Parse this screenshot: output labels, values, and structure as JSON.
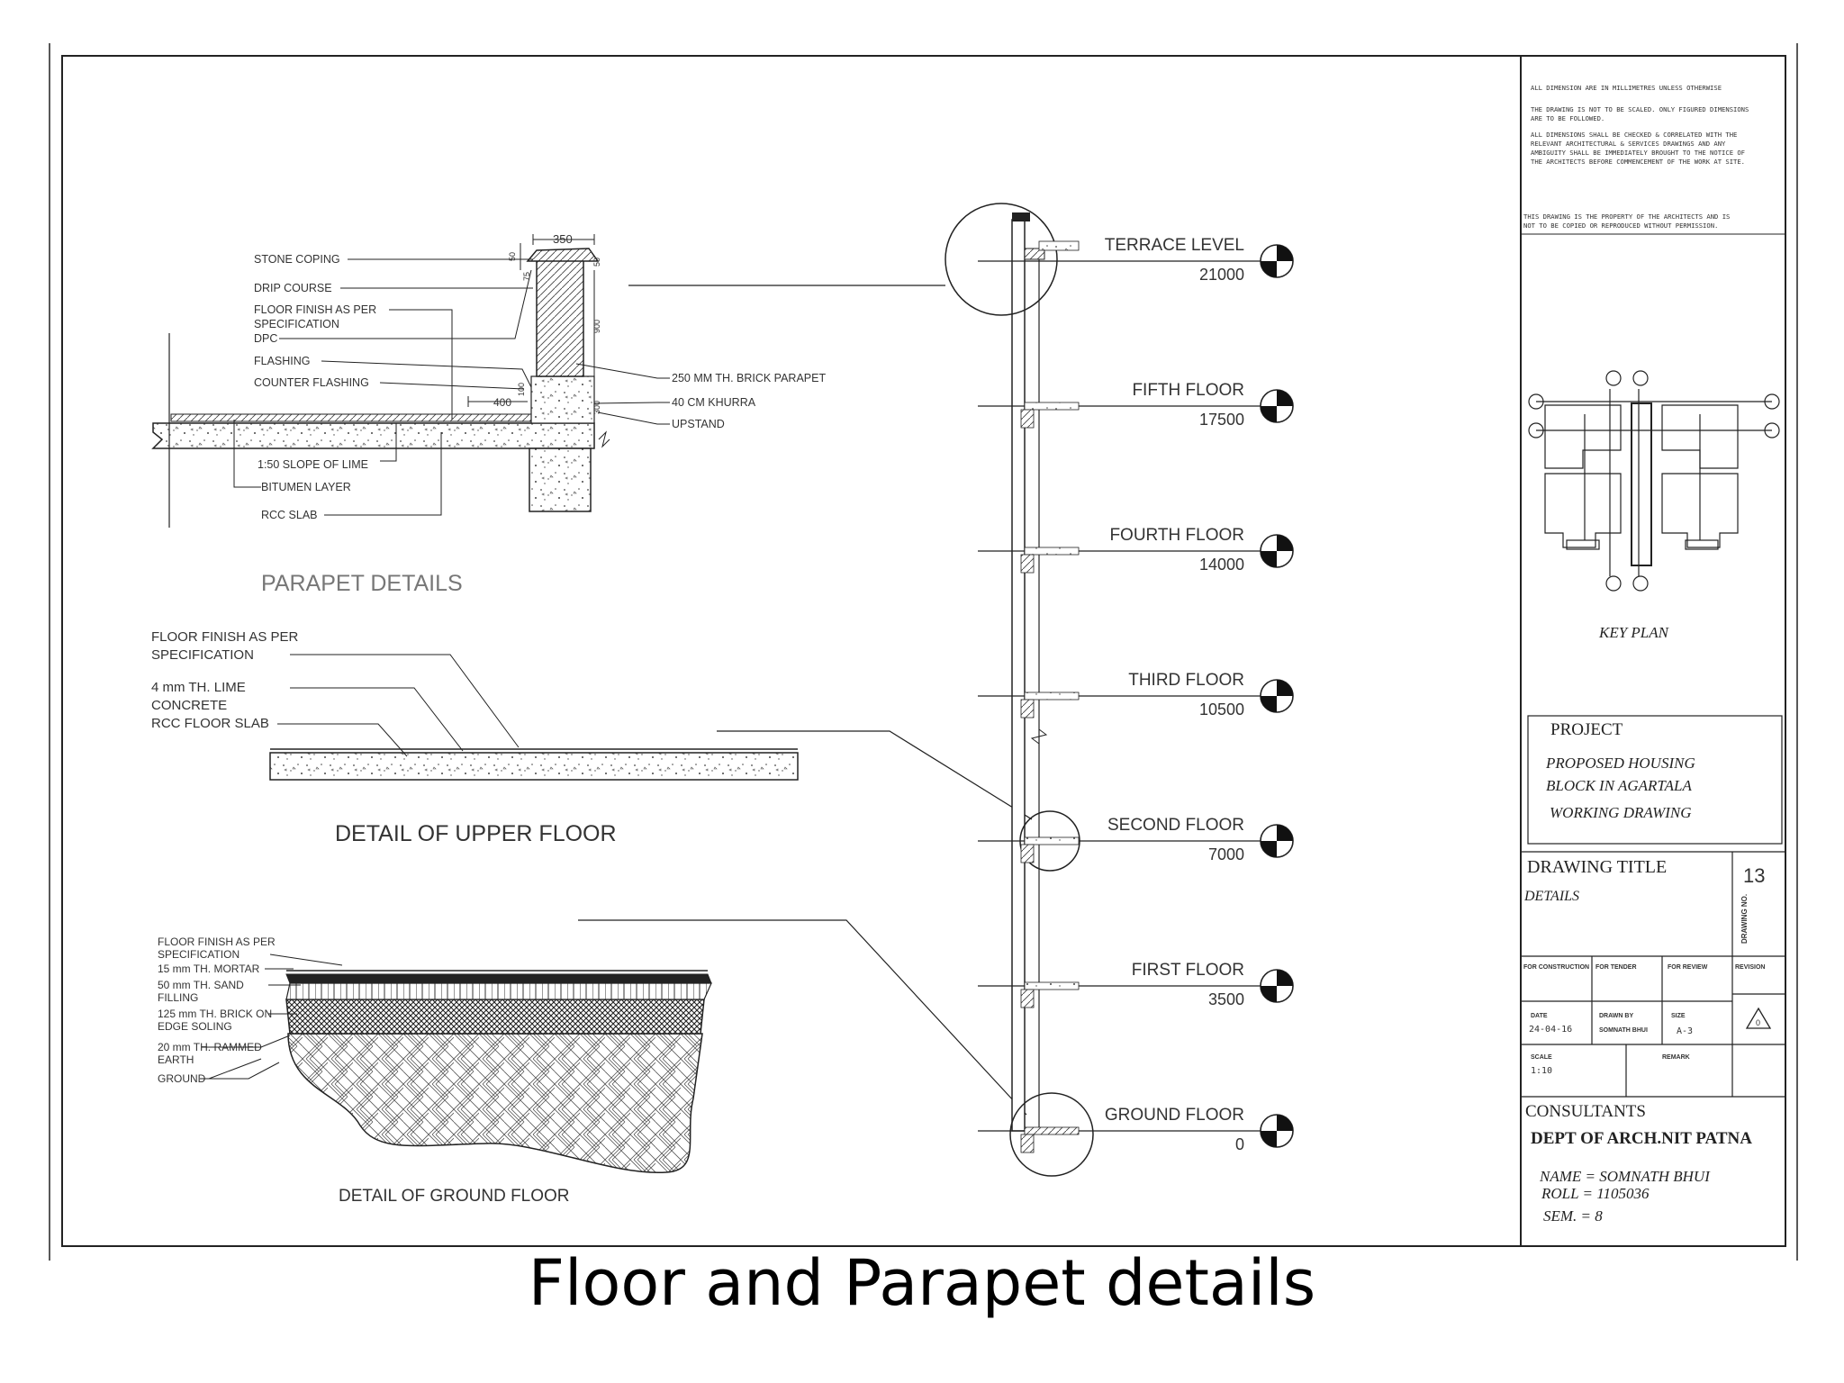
{
  "caption": "Floor and Parapet details",
  "parapet": {
    "title": "PARAPET DETAILS",
    "dim_width": "350",
    "dim_small_1": "50",
    "dim_small_2": "75",
    "dim_small_3": "50",
    "dim_small_4": "900",
    "dim_small_5": "100",
    "dim_small_6": "300",
    "dim_400": "400",
    "left_labels": [
      "STONE COPING",
      "DRIP COURSE",
      "FLOOR FINISH AS PER",
      "SPECIFICATION",
      "DPC",
      "FLASHING",
      "COUNTER FLASHING",
      "1:50 SLOPE OF LIME",
      "BITUMEN LAYER",
      "RCC SLAB"
    ],
    "right_labels": [
      "250 MM TH. BRICK PARAPET",
      "40 CM KHURRA",
      "UPSTAND"
    ]
  },
  "upper_floor": {
    "title": "DETAIL OF UPPER FLOOR",
    "labels": [
      "FLOOR FINISH AS PER",
      "SPECIFICATION",
      "4 mm TH. LIME",
      "CONCRETE",
      "RCC FLOOR SLAB"
    ]
  },
  "ground_floor": {
    "title": "DETAIL OF GROUND FLOOR",
    "labels": [
      "FLOOR FINISH AS PER",
      "SPECIFICATION",
      "15 mm TH. MORTAR",
      "50 mm TH. SAND",
      "FILLING",
      "125 mm TH. BRICK ON",
      "EDGE SOLING",
      "20 mm TH. RAMMED",
      "EARTH",
      "GROUND"
    ]
  },
  "section": {
    "levels": [
      {
        "name": "TERRACE LEVEL",
        "value": "21000"
      },
      {
        "name": "FIFTH FLOOR",
        "value": "17500"
      },
      {
        "name": "FOURTH FLOOR",
        "value": "14000"
      },
      {
        "name": "THIRD FLOOR",
        "value": "10500"
      },
      {
        "name": "SECOND FLOOR",
        "value": "7000"
      },
      {
        "name": "FIRST FLOOR",
        "value": "3500"
      },
      {
        "name": "GROUND FLOOR",
        "value": "0"
      }
    ]
  },
  "title_block": {
    "notes": [
      "ALL DIMENSION ARE IN MILLIMETRES UNLESS OTHERWISE",
      "THE DRAWING IS NOT TO BE SCALED. ONLY FIGURED DIMENSIONS",
      "ARE TO BE FOLLOWED.",
      "ALL DIMENSIONS SHALL BE CHECKED & CORRELATED WITH THE",
      "RELEVANT ARCHITECTURAL & SERVICES DRAWINGS AND ANY",
      "AMBIGUITY SHALL BE IMMEDIATELY BROUGHT TO THE NOTICE OF",
      "THE ARCHITECTS BEFORE COMMENCEMENT OF THE WORK AT SITE."
    ],
    "property": [
      "THIS DRAWING IS THE PROPERTY OF THE ARCHITECTS AND IS",
      "NOT TO BE COPIED OR REPRODUCED WITHOUT PERMISSION."
    ],
    "key_plan": "KEY PLAN",
    "project_heading": "PROJECT",
    "project_lines": [
      "PROPOSED HOUSING",
      "BLOCK IN AGARTALA",
      "WORKING DRAWING"
    ],
    "drawing_title_heading": "DRAWING TITLE",
    "drawing_title": "DETAILS",
    "drawing_no": "13",
    "drawing_no_label": "DRAWING NO.",
    "status": [
      "FOR CONSTRUCTION",
      "FOR TENDER",
      "FOR REVIEW"
    ],
    "revision": "REVISION",
    "revision_mark": "0",
    "date_label": "DATE",
    "date": "24-04-16",
    "drawn_label": "DRAWN BY",
    "drawn": "SOMNATH BHUI",
    "size_label": "SIZE",
    "size": "A-3",
    "scale_label": "SCALE",
    "scale": "1:10",
    "remark_label": "REMARK",
    "consultants_heading": "CONSULTANTS",
    "consultants": "DEPT OF ARCH.NIT PATNA",
    "student": [
      "NAME  = SOMNATH BHUI",
      "ROLL   = 1105036",
      "SEM.   = 8"
    ]
  }
}
